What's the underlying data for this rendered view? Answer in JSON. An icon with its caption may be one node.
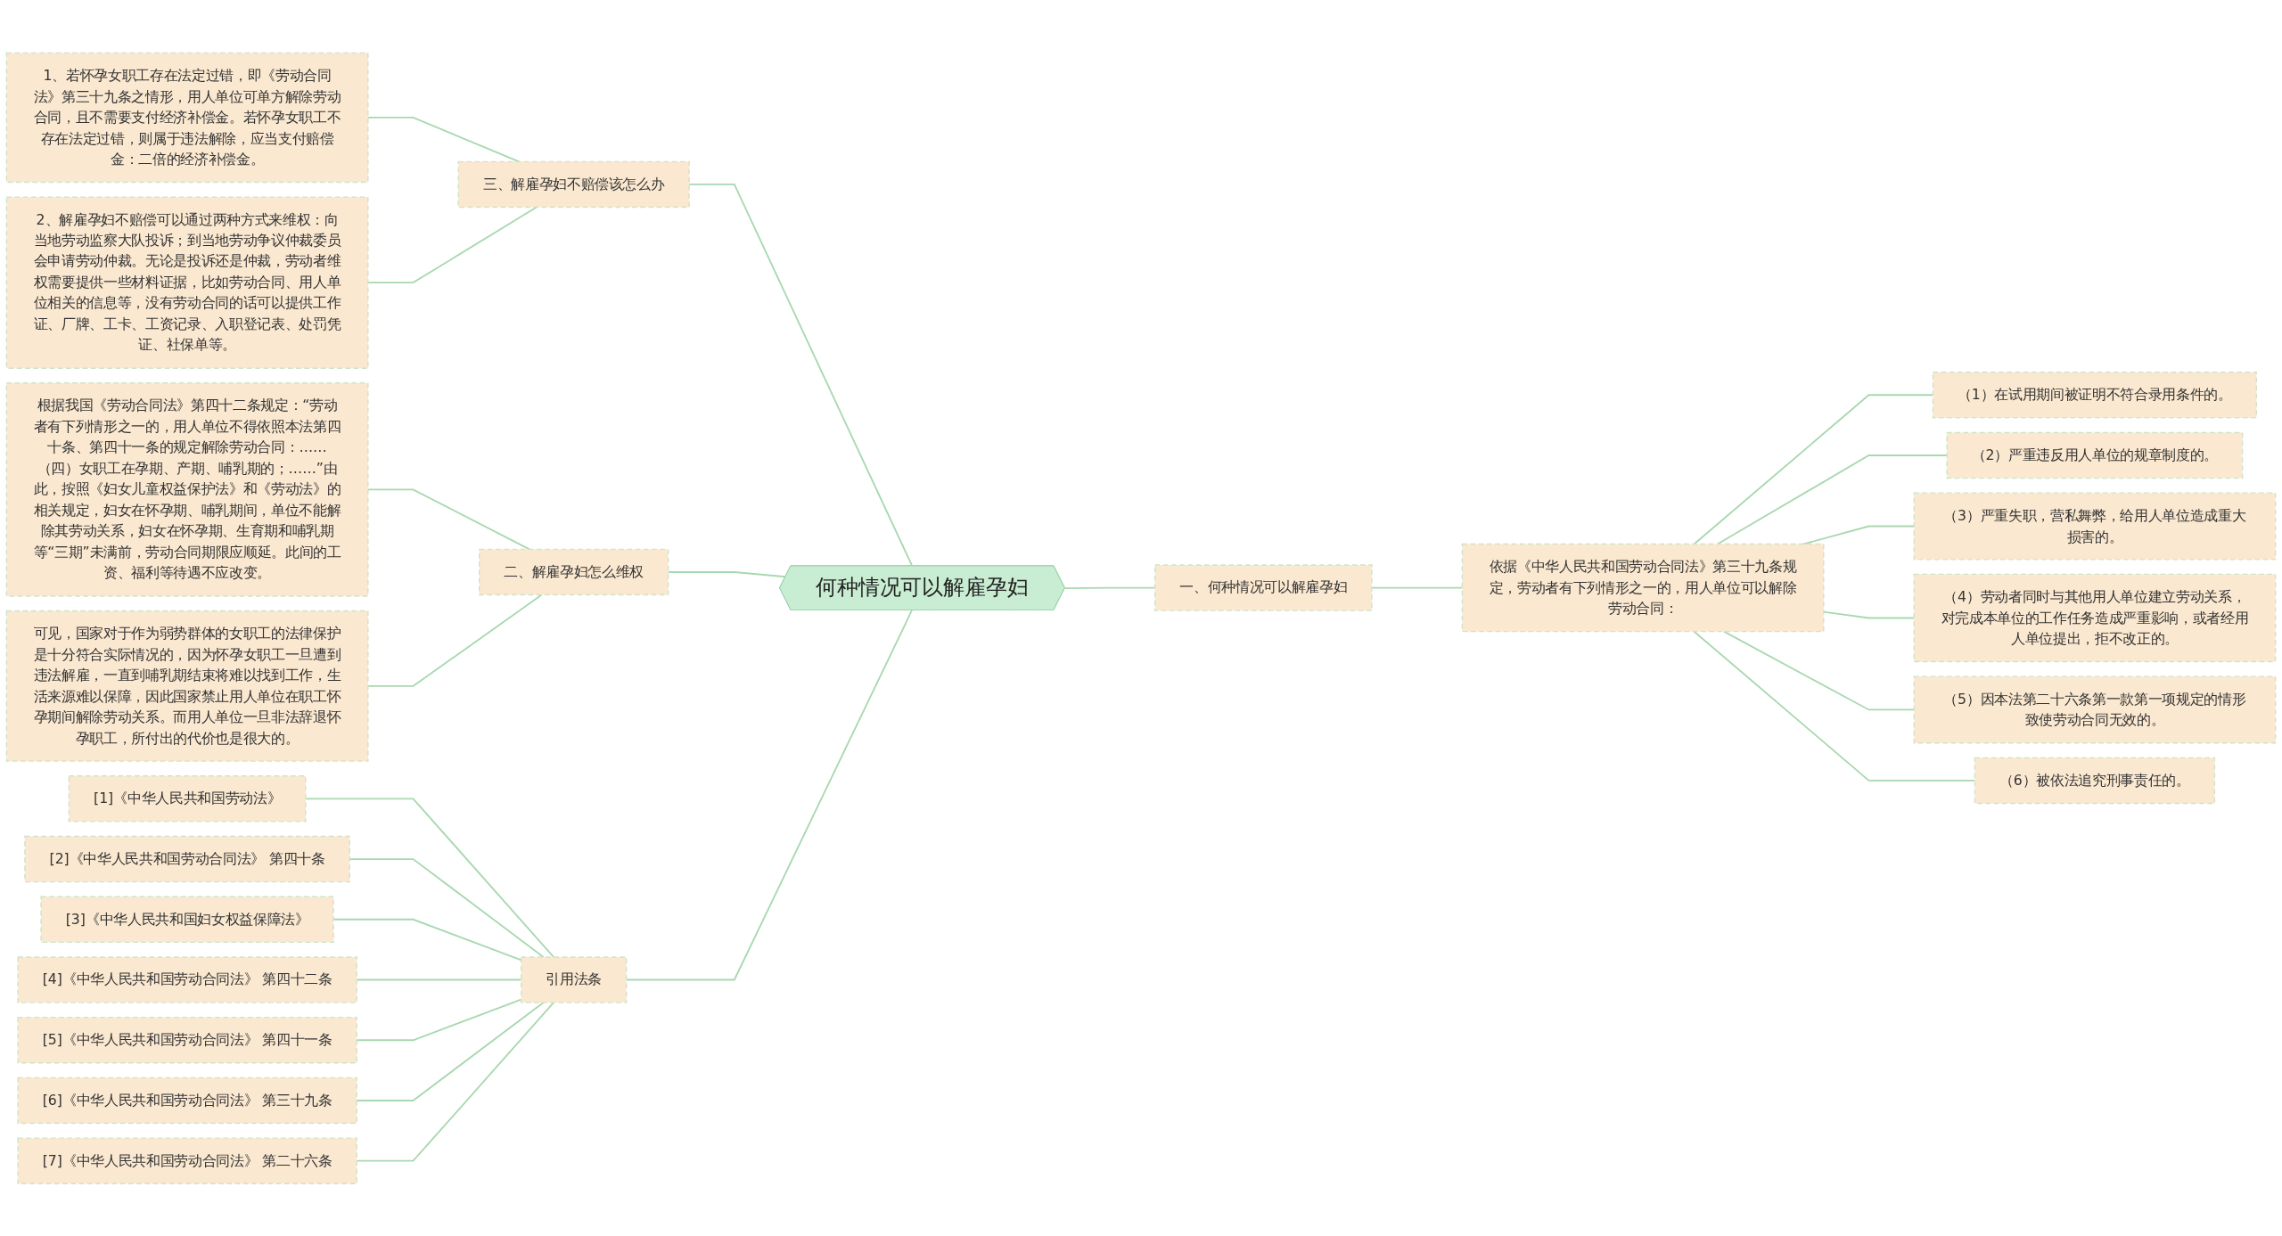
{
  "diagram": {
    "nodes": [
      {
        "text": [
          "何种情况可以解雇孕妇"
        ]
      },
      {
        "text": [
          "一、何种情况可以解雇孕妇"
        ]
      },
      {
        "text": [
          "依据《中华人民共和国劳动合同法》第三十九条规定，劳动者有下列情形之一的，用人单位可以解除劳动合同："
        ]
      },
      {
        "text": [
          "（1）在试用期间被证明不符合录用条件的。"
        ]
      },
      {
        "text": [
          "（2）严重违反用人单位的规章制度的。"
        ]
      },
      {
        "text": [
          "（3）严重失职，营私舞弊，给用人单位造成重大损害的。"
        ]
      },
      {
        "text": [
          "（4）劳动者同时与其他用人单位建立劳动关系，对完成本单位的工作任务造成严重影响，或者经用人单位提出，拒不改正的。"
        ]
      },
      {
        "text": [
          "（5）因本法第二十六条第一款第一项规定的情形致使劳动合同无效的。"
        ]
      },
      {
        "text": [
          "（6）被依法追究刑事责任的。"
        ]
      },
      {
        "text": [
          "三、解雇孕妇不赔偿该怎么办"
        ]
      },
      {
        "text": [
          "1、若怀孕女职工存在法定过错，即《劳动合同法》第三十九条之情形，用人单位可单方解除劳动合同，且不需要支付经济补偿金。若怀孕女职工不存在法定过错，则属于违法解除，应当支付赔偿金：二倍的经济补偿金。"
        ]
      },
      {
        "text": [
          "2、解雇孕妇不赔偿可以通过两种方式来维权：向当地劳动监察大队投诉；到当地劳动争议仲裁委员会申请劳动仲裁。无论是投诉还是仲裁，劳动者维权需要提供一些材料证据，比如劳动合同、用人单位相关的信息等，没有劳动合同的话可以提供工作证、厂牌、工卡、工资记录、入职登记表、处罚凭证、社保单等。"
        ]
      },
      {
        "text": [
          "二、解雇孕妇怎么维权"
        ]
      },
      {
        "text": [
          "根据我国《劳动合同法》第四十二条规定：“劳动者有下列情形之一的，用人单位不得依照本法第四十条、第四十一条的规定解除劳动合同：……（四）女职工在孕期、产期、哺乳期的；……”由此，按照《妇女儿童权益保护法》和《劳动法》的相关规定，妇女在怀孕期、哺乳期间，单位不能解除其劳动关系，妇女在怀孕期、生育期和哺乳期等“三期”未满前，劳动合同期限应顺延。此间的工资、福利等待遇不应改变。"
        ]
      },
      {
        "text": [
          "可见，国家对于作为弱势群体的女职工的法律保护是十分符合实际情况的，因为怀孕女职工一旦遭到违法解雇，一直到哺乳期结束将难以找到工作，生活来源难以保障，因此国家禁止用人单位在职工怀孕期间解除劳动关系。而用人单位一旦非法辞退怀孕职工，所付出的代价也是很大的。"
        ]
      },
      {
        "text": [
          "引用法条"
        ]
      },
      {
        "text": [
          "[1]《中华人民共和国劳动法》"
        ]
      },
      {
        "text": [
          "[2]《中华人民共和国劳动合同法》 第四十条"
        ]
      },
      {
        "text": [
          "[3]《中华人民共和国妇女权益保障法》"
        ]
      },
      {
        "text": [
          "[4]《中华人民共和国劳动合同法》 第四十二条"
        ]
      },
      {
        "text": [
          "[5]《中华人民共和国劳动合同法》 第四十一条"
        ]
      },
      {
        "text": [
          "[6]《中华人民共和国劳动合同法》 第三十九条"
        ]
      },
      {
        "text": [
          "[7]《中华人民共和国劳动合同法》 第二十六条"
        ]
      }
    ],
    "edges": [
      {
        "from": 0,
        "to": 1,
        "arrow": "none"
      },
      {
        "from": 1,
        "to": 2,
        "arrow": "none"
      },
      {
        "from": 2,
        "to": 3,
        "arrow": "none"
      },
      {
        "from": 2,
        "to": 4,
        "arrow": "none"
      },
      {
        "from": 2,
        "to": 5,
        "arrow": "none"
      },
      {
        "from": 2,
        "to": 6,
        "arrow": "none"
      },
      {
        "from": 2,
        "to": 7,
        "arrow": "none"
      },
      {
        "from": 2,
        "to": 8,
        "arrow": "none"
      },
      {
        "from": 0,
        "to": 9,
        "arrow": "none"
      },
      {
        "from": 9,
        "to": 10,
        "arrow": "none"
      },
      {
        "from": 9,
        "to": 11,
        "arrow": "none"
      },
      {
        "from": 0,
        "to": 12,
        "arrow": "none"
      },
      {
        "from": 12,
        "to": 13,
        "arrow": "none"
      },
      {
        "from": 12,
        "to": 14,
        "arrow": "none"
      },
      {
        "from": 0,
        "to": 15,
        "arrow": "none"
      },
      {
        "from": 15,
        "to": 16,
        "arrow": "none"
      },
      {
        "from": 15,
        "to": 17,
        "arrow": "none"
      },
      {
        "from": 15,
        "to": 18,
        "arrow": "none"
      },
      {
        "from": 15,
        "to": 19,
        "arrow": "none"
      },
      {
        "from": 15,
        "to": 20,
        "arrow": "none"
      },
      {
        "from": 15,
        "to": 21,
        "arrow": "none"
      },
      {
        "from": 15,
        "to": 22,
        "arrow": "none"
      }
    ]
  }
}
